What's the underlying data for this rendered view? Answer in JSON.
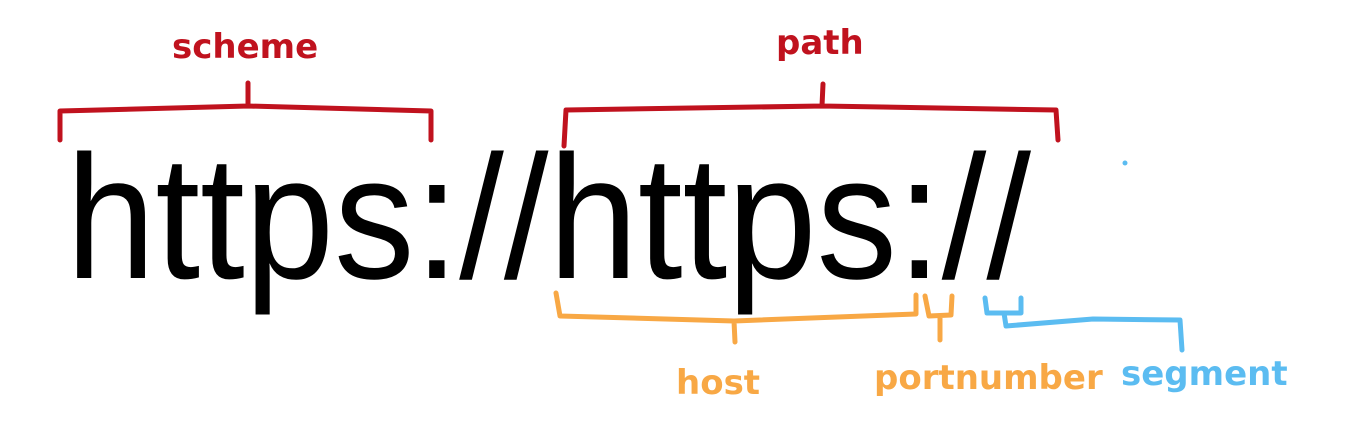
{
  "url_text": "https://https://",
  "labels": {
    "scheme": "scheme",
    "path": "path",
    "host": "host",
    "port_number": "portnumber",
    "segment": "segment"
  },
  "colors": {
    "scheme": "#c0121e",
    "path": "#c0121e",
    "host": "#f8a845",
    "port_number": "#f8a845",
    "segment": "#5bbcf1",
    "text": "#000000"
  }
}
